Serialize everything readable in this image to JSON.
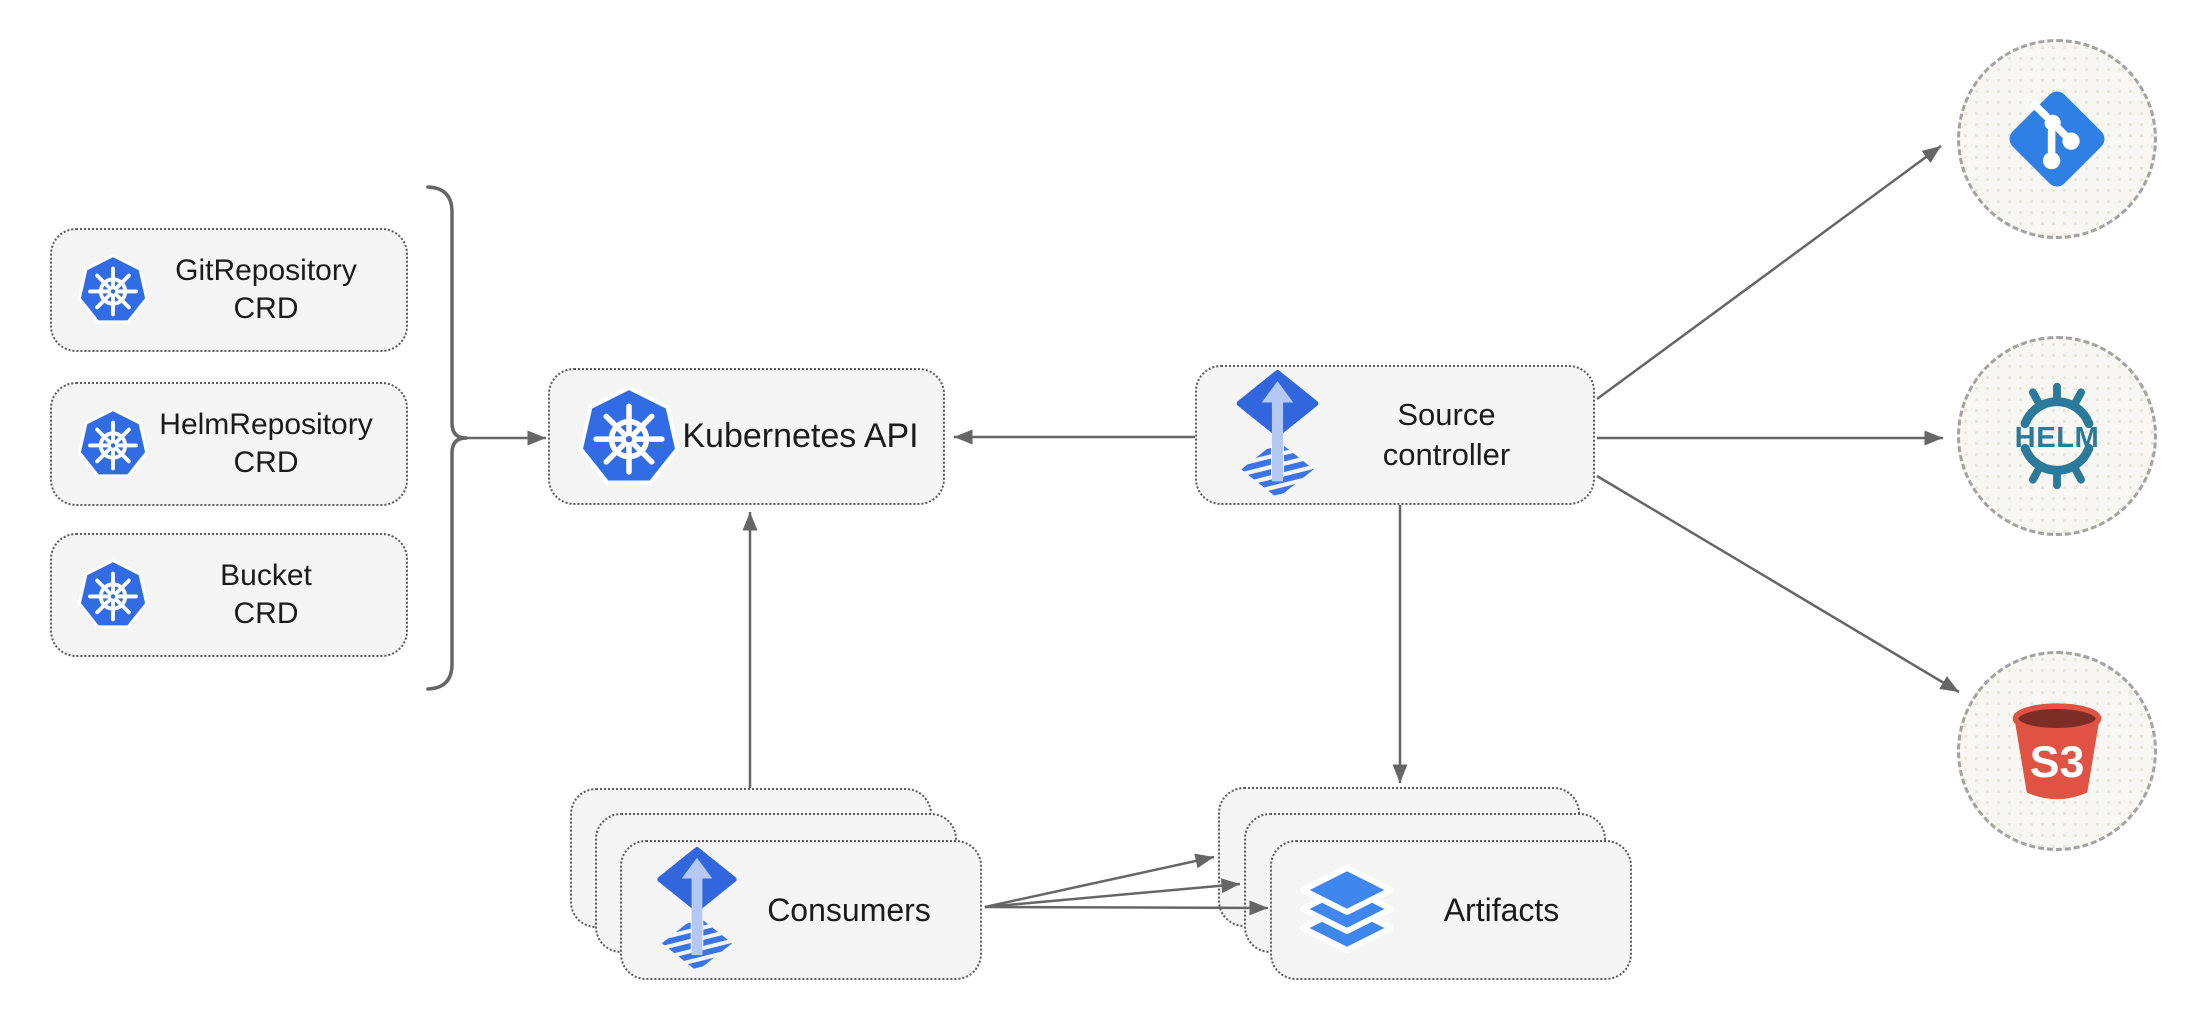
{
  "nodes": {
    "crd_list": [
      {
        "line1": "GitRepository",
        "line2": "CRD"
      },
      {
        "line1": "HelmRepository",
        "line2": "CRD"
      },
      {
        "line1": "Bucket",
        "line2": "CRD"
      }
    ],
    "kubernetes_api": {
      "label": "Kubernetes API"
    },
    "source_controller": {
      "line1": "Source",
      "line2": "controller"
    },
    "consumers": {
      "label": "Consumers"
    },
    "artifacts": {
      "label": "Artifacts"
    }
  },
  "providers": {
    "git": {
      "icon": "git-logo"
    },
    "helm": {
      "icon": "helm-logo"
    },
    "s3": {
      "icon": "s3-bucket-logo"
    },
    "helm_logo_text": "HELM",
    "s3_logo_text": "S3"
  },
  "colors": {
    "kubernetes_blue": "#326ce5",
    "flux_blue": "#3166dd",
    "flux_stripe_blue": "#3b74e8",
    "flux_light_blue": "#b3c8f3",
    "git_blue": "#2f80e4",
    "helm_teal": "#2b7a9b",
    "s3_red": "#e05243",
    "s3_dark_red": "#7b2d26",
    "layers_blue": "#3f87ee",
    "node_fill": "#f5f5f5",
    "node_border": "#5c5c5c",
    "connector_gray": "#666666"
  }
}
